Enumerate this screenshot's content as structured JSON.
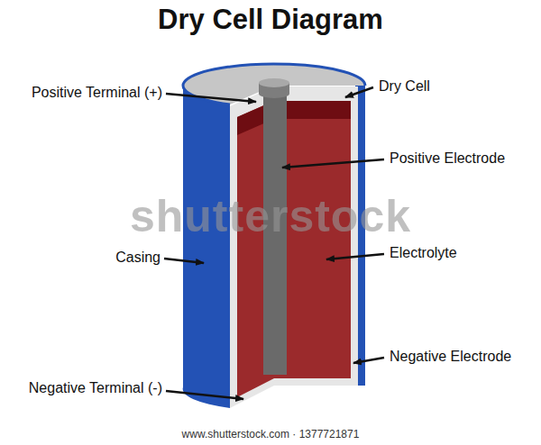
{
  "diagram": {
    "title": "Dry Cell Diagram",
    "labels": [
      "Positive Terminal (+)",
      "Dry Cell",
      "Positive Electrode",
      "Casing",
      "Electrolyte",
      "Negative Electrode",
      "Negative Terminal (-)",
      "shutterstock",
      "www.shutterstock.com · 1377721871"
    ]
  }
}
